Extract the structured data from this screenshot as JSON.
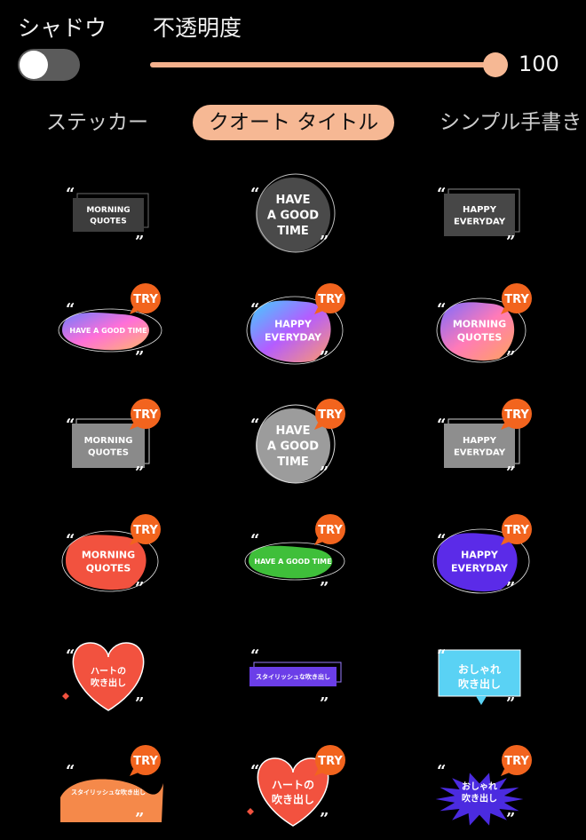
{
  "shadow": {
    "label": "シャドウ",
    "enabled": false
  },
  "opacity": {
    "label": "不透明度",
    "value": "100",
    "level": 100
  },
  "tabs": [
    {
      "label": "ステッカー",
      "active": false
    },
    {
      "label": "クオート タイトル",
      "active": true
    },
    {
      "label": "シンプル手書き",
      "active": false
    }
  ],
  "try_label": "TRY",
  "stickers": [
    {
      "lines": [
        "MORNING",
        "QUOTES"
      ],
      "style": "rect-dark",
      "try": false
    },
    {
      "lines": [
        "HAVE",
        "A GOOD",
        "TIME"
      ],
      "style": "circle-dark",
      "try": false
    },
    {
      "lines": [
        "HAPPY",
        "EVERYDAY"
      ],
      "style": "rect-dark2",
      "try": false
    },
    {
      "lines": [
        "HAVE A GOOD TIME"
      ],
      "style": "blob-gradient-small",
      "try": true
    },
    {
      "lines": [
        "HAPPY",
        "EVERYDAY"
      ],
      "style": "blob-gradient",
      "try": true
    },
    {
      "lines": [
        "MORNING",
        "QUOTES"
      ],
      "style": "blob-gradient2",
      "try": true
    },
    {
      "lines": [
        "MORNING",
        "QUOTES"
      ],
      "style": "rect-gray",
      "try": true
    },
    {
      "lines": [
        "HAVE",
        "A GOOD",
        "TIME"
      ],
      "style": "circle-gray",
      "try": true
    },
    {
      "lines": [
        "HAPPY",
        "EVERYDAY"
      ],
      "style": "rect-gray2",
      "try": true
    },
    {
      "lines": [
        "MORNING",
        "QUOTES"
      ],
      "style": "blob-red",
      "try": true
    },
    {
      "lines": [
        "HAVE A GOOD TIME"
      ],
      "style": "blob-green",
      "try": true
    },
    {
      "lines": [
        "HAPPY",
        "EVERYDAY"
      ],
      "style": "blob-purple",
      "try": true
    },
    {
      "lines": [
        "ハートの",
        "吹き出し"
      ],
      "style": "heart-red",
      "try": false
    },
    {
      "lines": [
        "スタイリッシュな吹き出し"
      ],
      "style": "bar-purple",
      "try": false
    },
    {
      "lines": [
        "おしゃれ",
        "吹き出し"
      ],
      "style": "bubble-blue",
      "try": false
    },
    {
      "lines": [
        "スタイリッシュな吹き出し"
      ],
      "style": "wave-orange",
      "try": true
    },
    {
      "lines": [
        "ハートの",
        "吹き出し"
      ],
      "style": "heart-red2",
      "try": true
    },
    {
      "lines": [
        "おしゃれ",
        "吹き出し"
      ],
      "style": "burst-purple",
      "try": true
    }
  ],
  "colors": {
    "accent": "#f6b894",
    "try_badge": "#f2641e",
    "background": "#000000"
  }
}
